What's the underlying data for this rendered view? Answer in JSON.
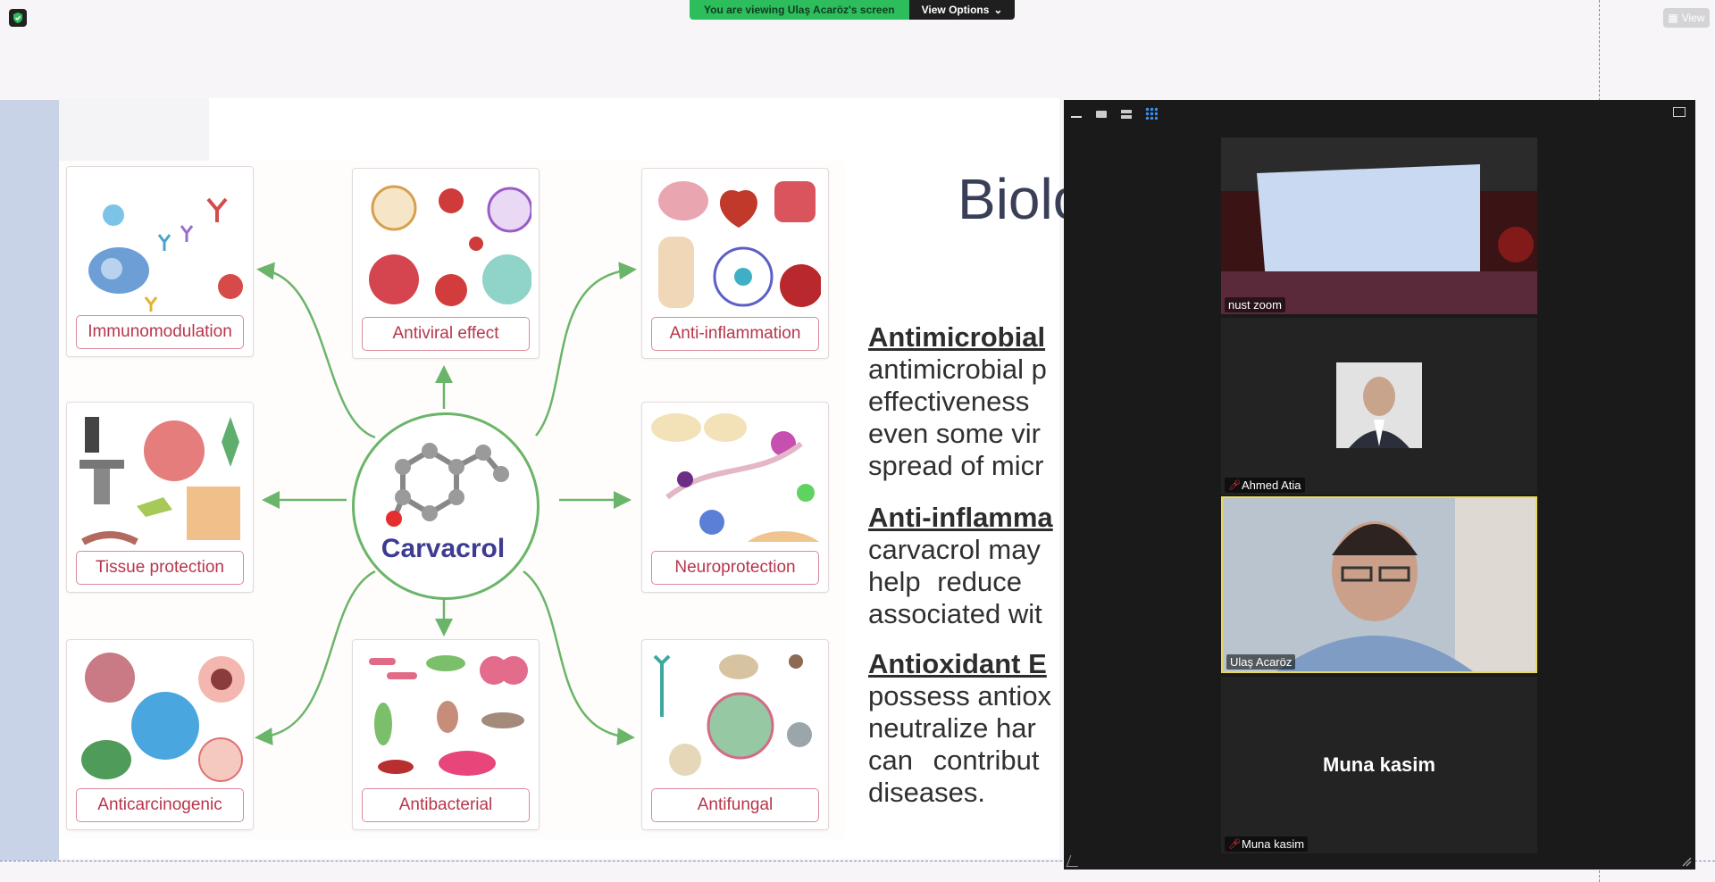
{
  "banner": {
    "viewing": "You are viewing Ulaş Acaröz's screen",
    "options": "View Options"
  },
  "top_right": {
    "view": "View"
  },
  "slide": {
    "title": "Biolo",
    "hub": "Carvacrol",
    "cards": {
      "immunomodulation": "Immunomodulation",
      "antiviral": "Antiviral effect",
      "antiinflammation": "Anti-inflammation",
      "tissue": "Tissue protection",
      "neuro": "Neuroprotection",
      "anticarcinogenic": "Anticarcinogenic",
      "antibacterial": "Antibacterial",
      "antifungal": "Antifungal"
    },
    "para1": {
      "heading": "Antimicrobial ",
      "l1": "antimicrobial p",
      "l2": "effectiveness ",
      "l3": "even some vir",
      "l4": "spread of micr"
    },
    "para2": {
      "heading": "Anti-inflamma",
      "l1": "carvacrol may",
      "l2": "help reduce ",
      "l3": "associated wit"
    },
    "para3": {
      "heading": "Antioxidant E",
      "l1": "possess antiox",
      "l2": "neutralize har",
      "l3": "can contribut",
      "l4": "diseases."
    }
  },
  "participants": {
    "p1": {
      "name": "nust zoom"
    },
    "p2": {
      "name": "Ahmed Atia"
    },
    "p3": {
      "name": "Ulaş Acaröz"
    },
    "p4": {
      "name": "Muna kasim",
      "big": "Muna kasim"
    }
  },
  "colors": {
    "banner_green": "#2dbd5d",
    "active_speaker": "#e9d95c",
    "card_label": "#b8354b",
    "arrow": "#6ab56a",
    "hub_text": "#3e3c92"
  }
}
